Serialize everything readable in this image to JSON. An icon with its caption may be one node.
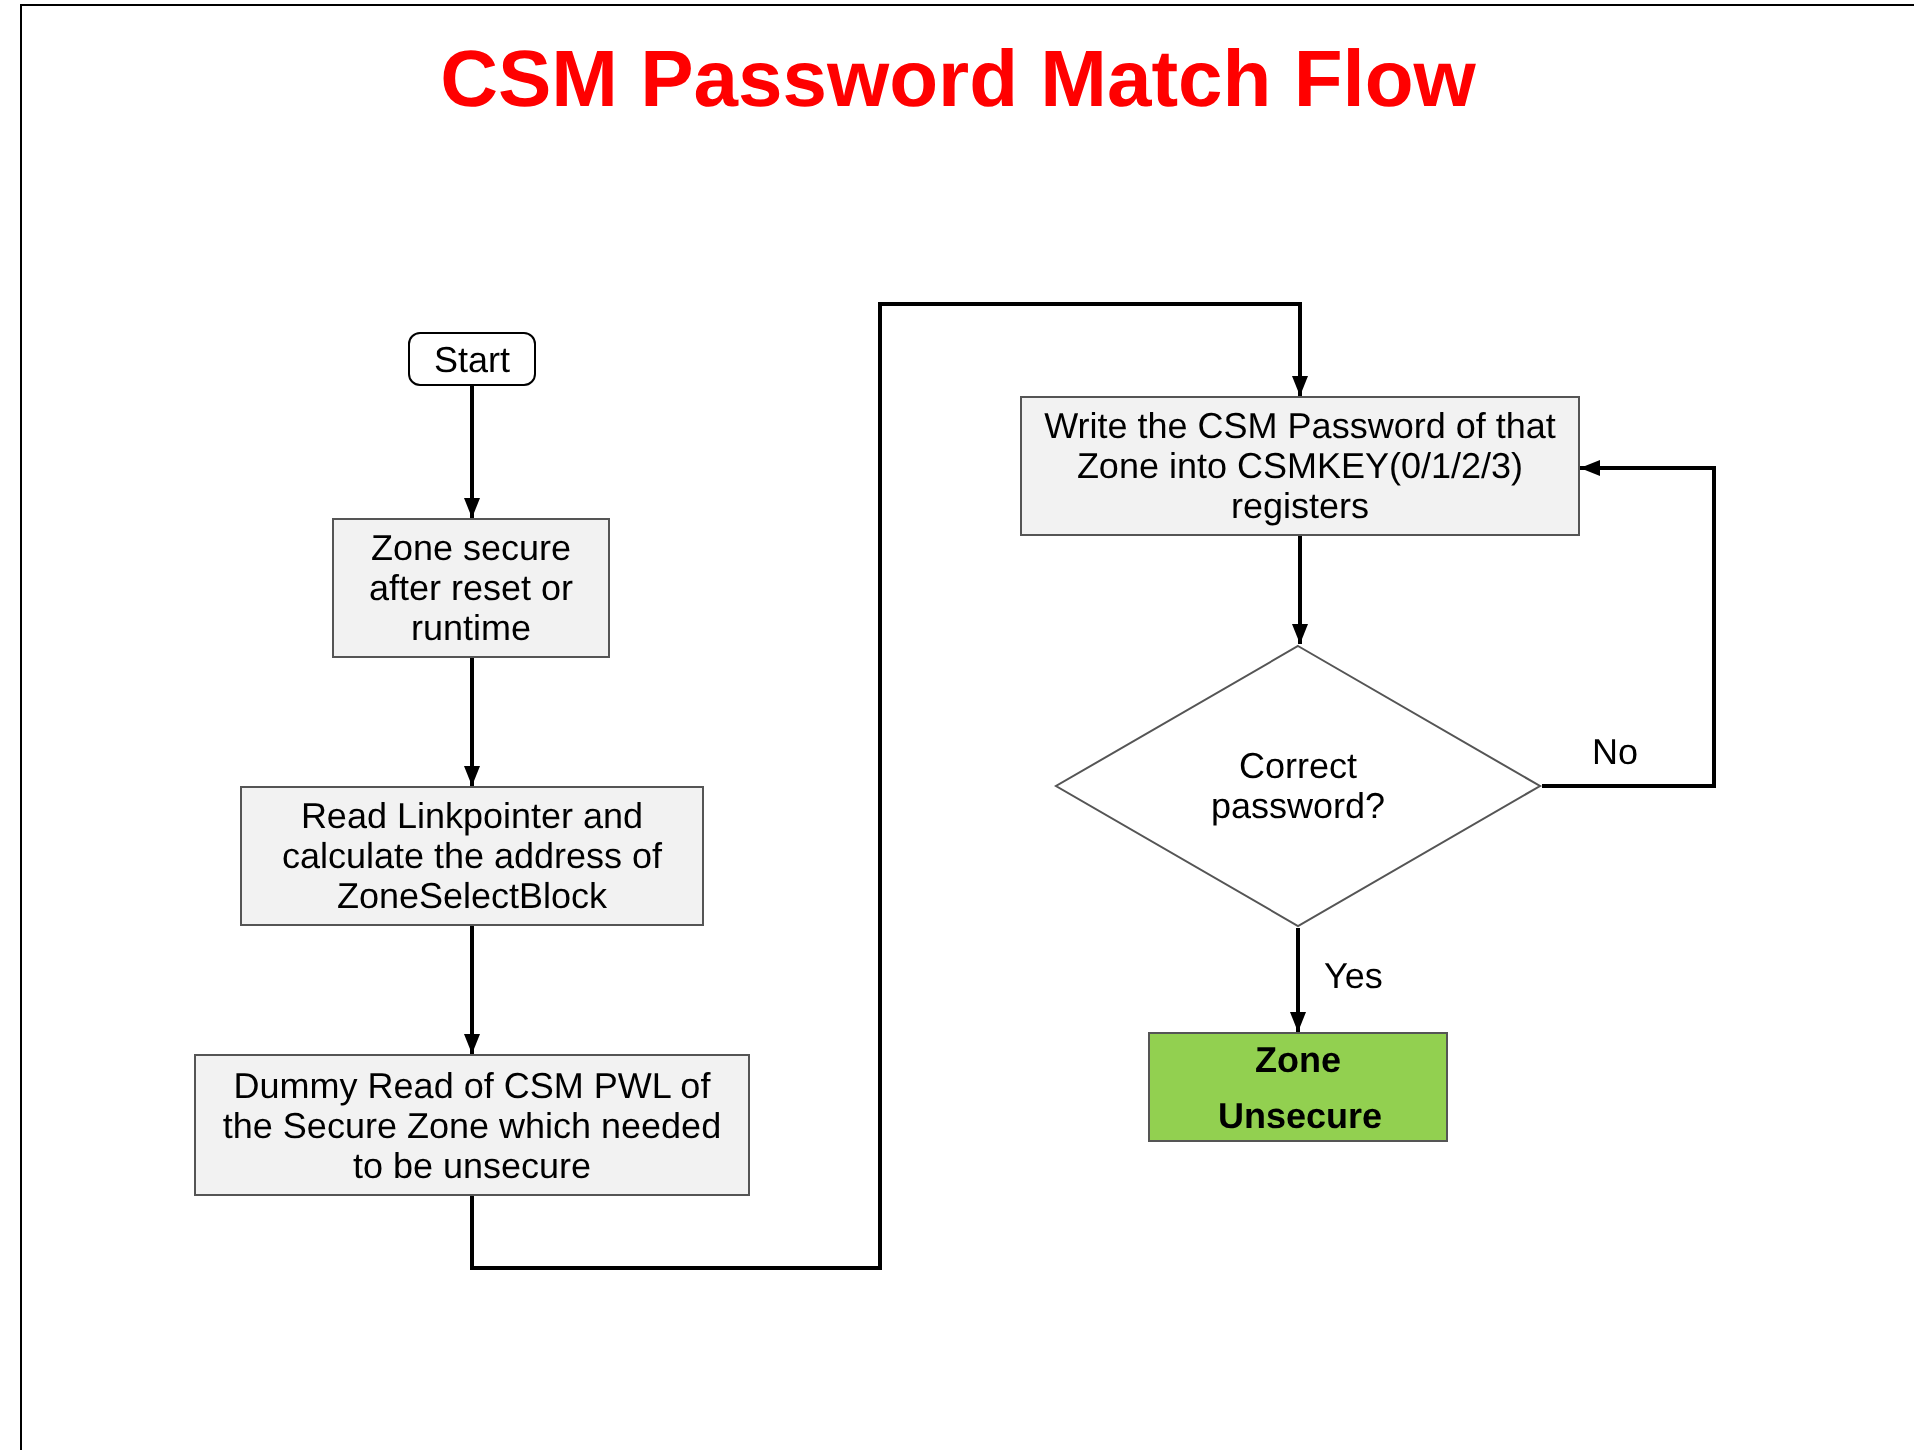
{
  "diagram": {
    "title": "CSM Password Match Flow",
    "nodes": [
      {
        "text": [
          "Start"
        ]
      },
      {
        "text": [
          "Zone secure after reset or runtime"
        ]
      },
      {
        "text": [
          "Read Linkpointer and calculate the address of ZoneSelectBlock"
        ]
      },
      {
        "text": [
          "Dummy Read of CSM PWL of the Secure Zone which needed to be unsecure"
        ]
      },
      {
        "text": [
          "Write the CSM Password of that Zone into CSMKEY(0/1/2/3) registers"
        ]
      },
      {
        "text": [
          "Correct password?"
        ]
      },
      {
        "text": [
          "Zone Unsecure"
        ]
      }
    ],
    "edges": [
      {
        "from": 0,
        "to": 1,
        "arrow": "to"
      },
      {
        "from": 1,
        "to": 2,
        "arrow": "to"
      },
      {
        "from": 2,
        "to": 3,
        "arrow": "to"
      },
      {
        "from": 3,
        "to": 4,
        "arrow": "to"
      },
      {
        "from": 4,
        "to": 5,
        "arrow": "to"
      },
      {
        "from": 5,
        "to": 6,
        "arrow": "to",
        "label": "Yes"
      },
      {
        "from": 5,
        "to": 4,
        "arrow": "to",
        "label": "No"
      }
    ]
  }
}
